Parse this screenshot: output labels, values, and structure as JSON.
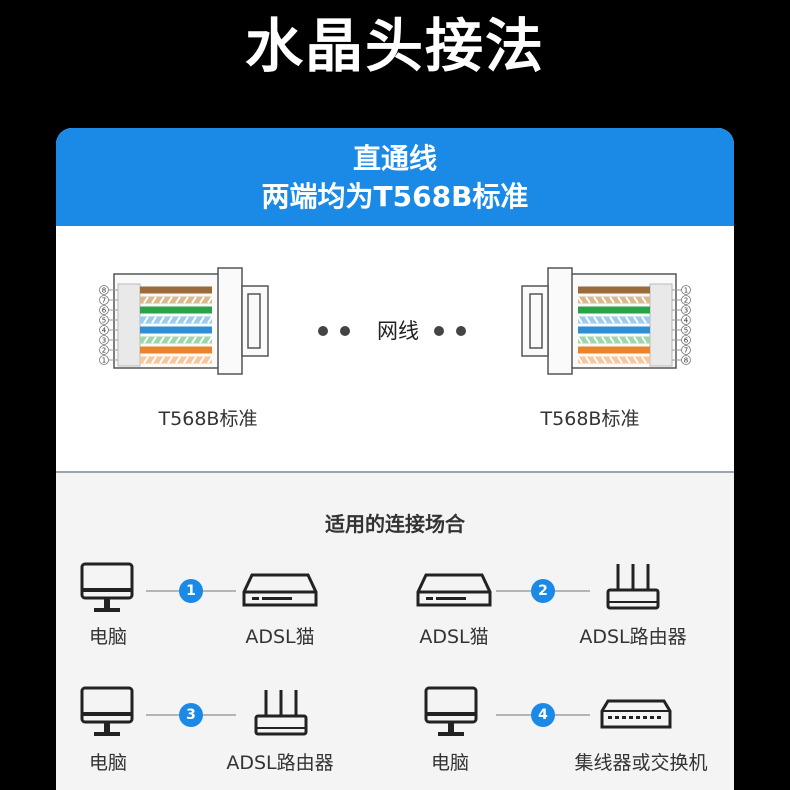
{
  "title": "水晶头接法",
  "header": {
    "line1": "直通线",
    "line2": "两端均为T568B标准"
  },
  "connectors": {
    "left_caption": "T568B标准",
    "right_caption": "T568B标准",
    "left_pins": [
      "8",
      "7",
      "6",
      "5",
      "4",
      "3",
      "2",
      "1"
    ],
    "right_pins": [
      "1",
      "2",
      "3",
      "4",
      "5",
      "6",
      "7",
      "8"
    ],
    "cable_label": "网线",
    "wire_colors": {
      "orange": "#e8852c",
      "orange_white": "#f5c79a",
      "green": "#2aa24a",
      "green_white": "#9fd6a8",
      "blue": "#2d8fd6",
      "blue_white": "#9ccbee",
      "brown": "#9b6a3a",
      "brown_white": "#d9b88f"
    }
  },
  "uses": {
    "title": "适用的连接场合",
    "items": [
      {
        "num": "1",
        "left": "电脑",
        "right": "ADSL猫",
        "left_icon": "monitor-icon",
        "right_icon": "modem-icon"
      },
      {
        "num": "2",
        "left": "ADSL猫",
        "right": "ADSL路由器",
        "left_icon": "modem-icon",
        "right_icon": "router-icon"
      },
      {
        "num": "3",
        "left": "电脑",
        "right": "ADSL路由器",
        "left_icon": "monitor-icon",
        "right_icon": "router-icon"
      },
      {
        "num": "4",
        "left": "电脑",
        "right": "集线器或交换机",
        "left_icon": "monitor-icon",
        "right_icon": "switch-icon"
      }
    ]
  },
  "colors": {
    "accent": "#1a8ae6",
    "background": "#000000",
    "card": "#ffffff"
  }
}
